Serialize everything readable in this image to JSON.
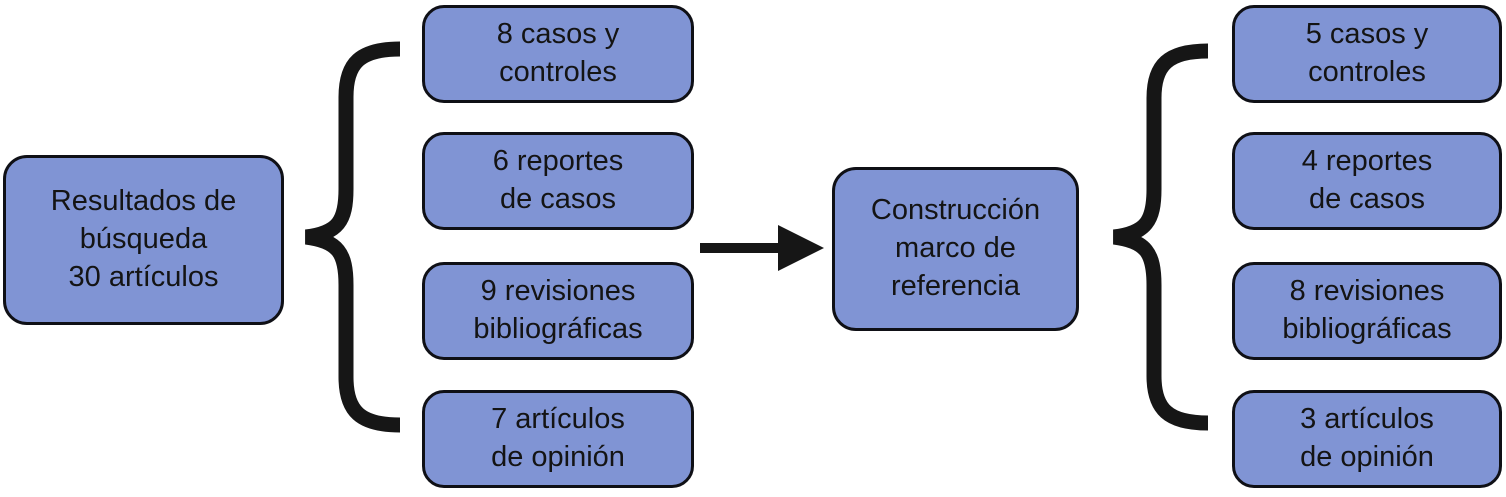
{
  "colors": {
    "background": "#ffffff",
    "box_fill": "#8094d4",
    "box_border": "#0f1016",
    "connector": "#161616",
    "text": "#141414"
  },
  "diagram": {
    "source_box": "Resultados de\nbúsqueda\n30 artículos",
    "initial_categories": [
      "8 casos y\ncontroles",
      "6 reportes\nde casos",
      "9 revisiones\nbibliográficas",
      "7 artículos\nde opinión"
    ],
    "process_box": "Construcción\nmarco de\nreferencia",
    "selected_categories": [
      "5 casos y\ncontroles",
      "4 reportes\nde casos",
      "8 revisiones\nbibliográficas",
      "3 artículos\nde opinión"
    ]
  }
}
